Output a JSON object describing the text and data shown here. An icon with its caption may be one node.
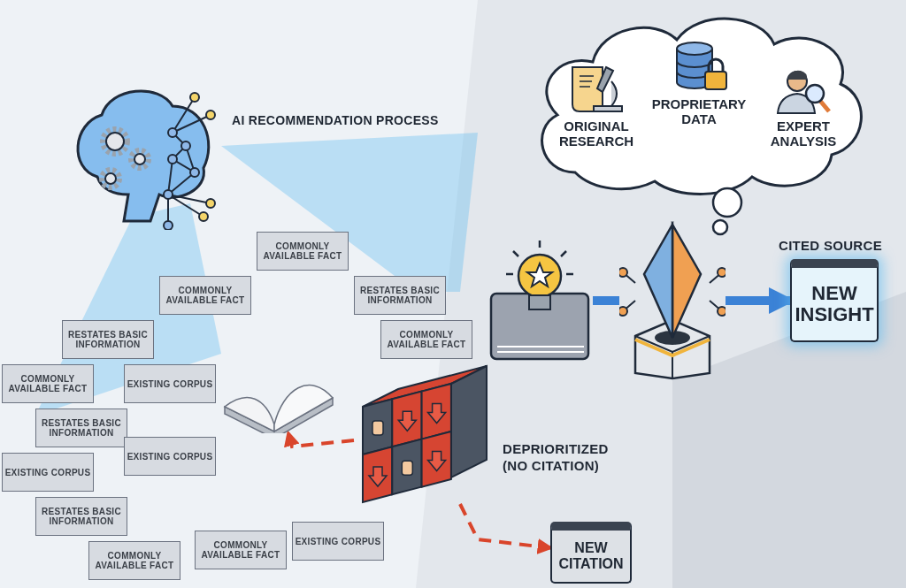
{
  "diagram": {
    "nodes": [
      {
        "text": [],
        "shape": "picture",
        "beside": [
          "AI RECOMMENDATION PROCESS"
        ]
      },
      {
        "text": [],
        "shape": "cloud"
      },
      {
        "text": [
          "ORIGINAL RESEARCH"
        ],
        "in": 1
      },
      {
        "text": [
          "PROPRIETARY DATA"
        ],
        "in": 1
      },
      {
        "text": [
          "EXPERT ANALYSIS"
        ],
        "in": 1
      },
      {
        "text": [],
        "shape": "picture"
      },
      {
        "text": [],
        "shape": "picture"
      },
      {
        "text": [
          "NEW INSIGHT"
        ],
        "beside": [
          "CITED SOURCE"
        ]
      },
      {
        "text": [
          "COMMONLY AVAILABLE FACT"
        ]
      },
      {
        "text": [
          "COMMONLY AVAILABLE FACT"
        ]
      },
      {
        "text": [
          "RESTATES BASIC INFORMATION"
        ]
      },
      {
        "text": [
          "RESTATES BASIC INFORMATION"
        ]
      },
      {
        "text": [
          "COMMONLY AVAILABLE FACT"
        ]
      },
      {
        "text": [
          "COMMONLY AVAILABLE FACT"
        ]
      },
      {
        "text": [
          "EXISTING CORPUS"
        ]
      },
      {
        "text": [
          "RESTATES BASIC INFORMATION"
        ]
      },
      {
        "text": [
          "EXISTING CORPUS"
        ]
      },
      {
        "text": [
          "EXISTING CORPUS"
        ]
      },
      {
        "text": [
          "RESTATES BASIC INFORMATION"
        ]
      },
      {
        "text": [
          "COMMONLY AVAILABLE FACT"
        ]
      },
      {
        "text": [
          "COMMONLY AVAILABLE FACT"
        ]
      },
      {
        "text": [
          "EXISTING CORPUS"
        ]
      },
      {
        "text": [],
        "shape": "picture"
      },
      {
        "text": [],
        "shape": "picture",
        "beside": [
          "DEPRIORITIZED (NO CITATION)"
        ]
      },
      {
        "text": [
          "NEW CITATION"
        ]
      }
    ],
    "edges": [
      {
        "from": 5,
        "to": 6,
        "arrow": "none",
        "style": "thick"
      },
      {
        "from": 6,
        "to": 7,
        "arrow": "to",
        "style": "thick"
      },
      {
        "from": 23,
        "to": 22,
        "arrow": "to",
        "style": "dashed",
        "color": "#d9452b"
      },
      {
        "from": 23,
        "to": 24,
        "arrow": "to",
        "style": "dashed",
        "color": "#d9452b"
      }
    ]
  }
}
